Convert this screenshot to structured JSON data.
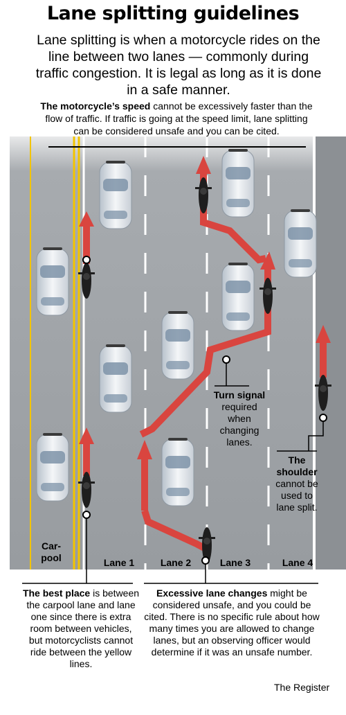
{
  "title": "Lane splitting guidelines",
  "intro": "Lane splitting is when a motorcycle rides on the line between two lanes — commonly during traffic congestion. It is legal as long as it is done in a safe manner.",
  "speed_note": {
    "bold": "The motorcycle’s speed",
    "text": " cannot be excessively faster than the flow of traffic. If traffic is going at the speed limit, lane splitting can be considered unsafe and you can be cited."
  },
  "lanes": {
    "carpool": "Car-\npool",
    "lane1": "Lane 1",
    "lane2": "Lane 2",
    "lane3": "Lane 3",
    "lane4": "Lane 4"
  },
  "turn_signal": {
    "bold": "Turn signal",
    "text": " required when changing lanes."
  },
  "shoulder": {
    "bold": "The shoulder",
    "text": " cannot be used to lane split."
  },
  "best_place": {
    "bold": "The best place",
    "text": " is between the carpool lane and lane one since there is extra room between vehicles, but motorcyclists cannot ride between the yellow lines."
  },
  "lane_changes": {
    "bold": "Excessive lane changes",
    "text": " might be considered unsafe, and you could be cited. There is no specific rule about how many times you are allowed to change lanes, but an observing officer would determine if it was an unsafe number."
  },
  "credit": "The Register",
  "colors": {
    "road": "#9a9ea2",
    "arrow": "#d9453f",
    "lane_line": "#ffffff",
    "yellow_line": "#f2c400",
    "car": "#e2e6ea"
  }
}
